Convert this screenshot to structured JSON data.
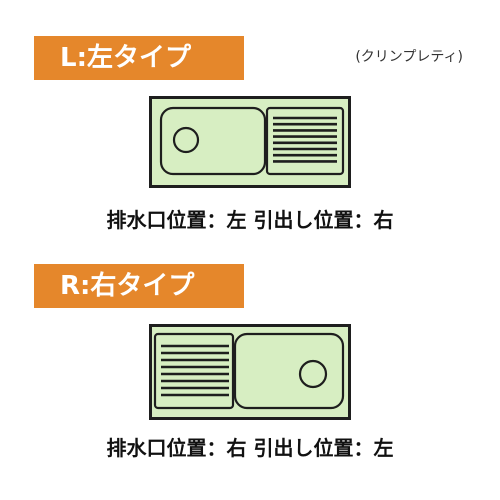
{
  "colors": {
    "banner": "#e5872b",
    "sink_fill": "#d7eec2",
    "sink_stroke": "#1e1e1e"
  },
  "note": "(クリンプレティ)",
  "types": [
    {
      "label": "L:左タイプ",
      "caption": "排水口位置：左 引出し位置：右",
      "bowl_side": "left",
      "drainboard_side": "right"
    },
    {
      "label": "R:右タイプ",
      "caption": "排水口位置：右 引出し位置：左",
      "bowl_side": "right",
      "drainboard_side": "left"
    }
  ]
}
